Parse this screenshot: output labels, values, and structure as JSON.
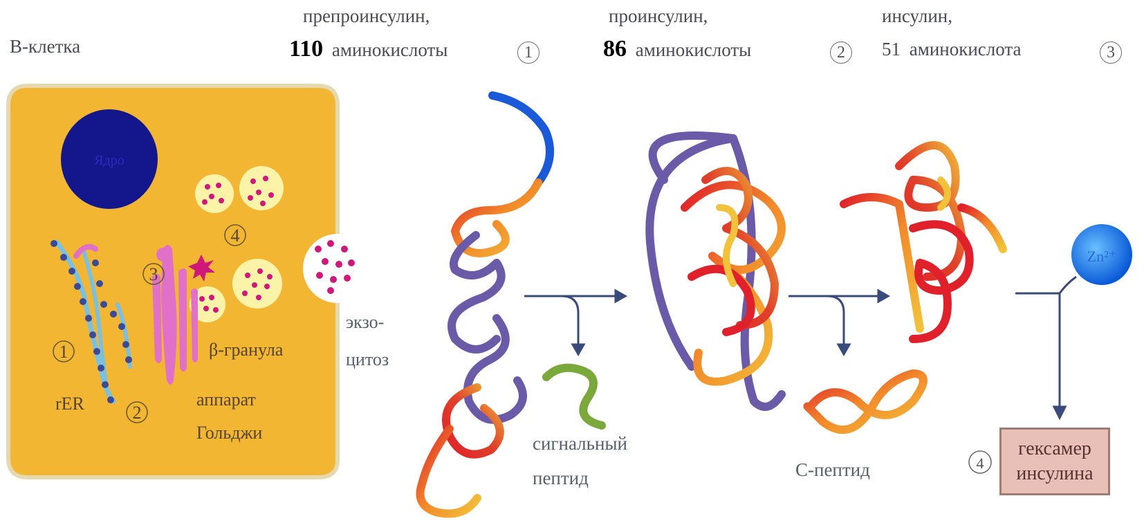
{
  "cell": {
    "title": "B-клетка",
    "nucleus_label": "Ядро",
    "er_label": "rER",
    "granule_label": "β-гранула",
    "golgi_label_1": "аппарат",
    "golgi_label_2": "Гольджи",
    "exocytosis_1": "экзо-",
    "exocytosis_2": "цитоз",
    "markers": [
      "1",
      "2",
      "3",
      "4"
    ]
  },
  "stages": [
    {
      "name": "препроинсулин,",
      "count": "110",
      "suffix": "аминокислоты",
      "marker": "1"
    },
    {
      "name": "проинсулин,",
      "count": "86",
      "suffix": "аминокислоты",
      "marker": "2"
    },
    {
      "name": "инсулин,",
      "count": "51",
      "suffix": "аминокислота",
      "marker": "3"
    }
  ],
  "labels": {
    "signal_peptide_1": "сигнальный",
    "signal_peptide_2": "пептид",
    "c_peptide": "С-пептид",
    "zinc": "Zn²⁺",
    "hexamer_marker": "4",
    "hexamer_1": "гексамер",
    "hexamer_2": "инсулина"
  },
  "colors": {
    "cell": "#f2b632",
    "nucleus": "#14168c",
    "golgi": "#e070c8",
    "granule": "#d0187a",
    "peptide_red": "#e0202a",
    "peptide_yellow": "#f2c23a",
    "peptide_blue": "#1a5ad8",
    "peptide_purple": "#6a5aa8",
    "signal_green": "#7aa83a",
    "zinc": "#1a7ae8"
  }
}
